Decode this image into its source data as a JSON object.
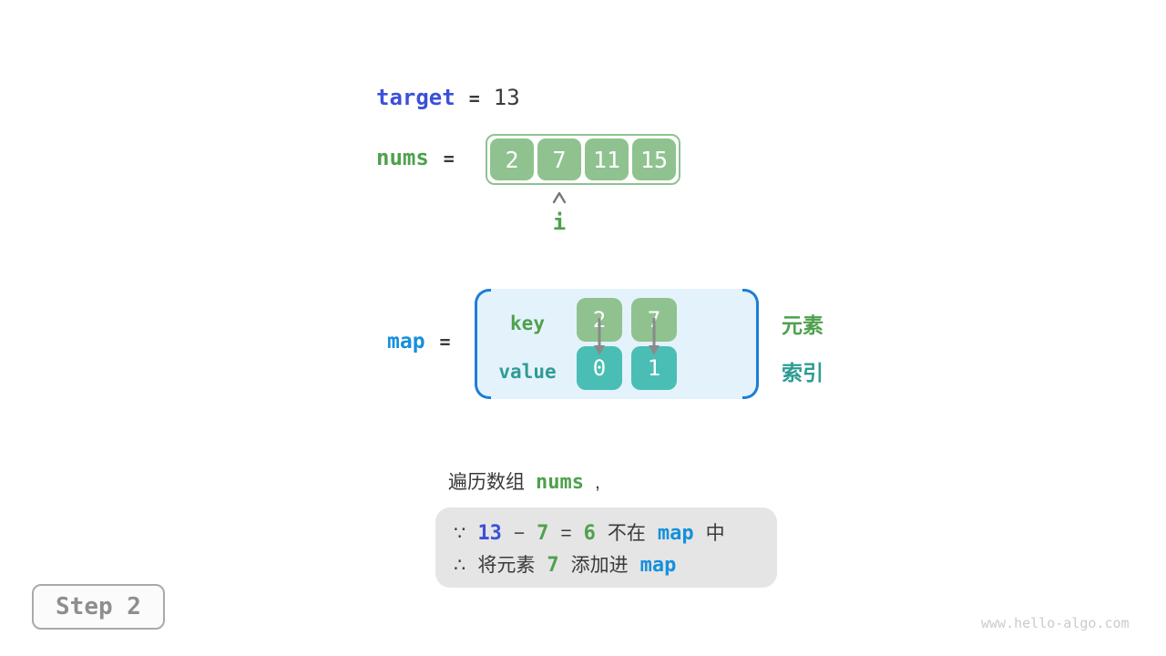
{
  "colors": {
    "green_box": "#8fc28f",
    "teal_box": "#4abeb4",
    "green_text": "#4ea14e",
    "teal_text": "#2e9c94",
    "royal_blue": "#3b50d9",
    "sky_blue": "#1590dc",
    "bracket_blue": "#1d7ed3",
    "map_bg": "#e4f2fb",
    "gray_box": "#e5e5e5",
    "dark_text": "#3a3a3a"
  },
  "target": {
    "label": "target",
    "equals": "=",
    "value": "13"
  },
  "nums": {
    "label": "nums",
    "equals": "=",
    "values": [
      "2",
      "7",
      "11",
      "15"
    ],
    "pointer_label": "i"
  },
  "map": {
    "label": "map",
    "equals": "=",
    "key_label": "key",
    "value_label": "value",
    "entries": [
      {
        "key": "2",
        "value": "0"
      },
      {
        "key": "7",
        "value": "1"
      }
    ],
    "element_label": "元素",
    "index_label": "索引"
  },
  "caption": {
    "prefix": "遍历数组",
    "code": "nums",
    "comma": ","
  },
  "reason": {
    "line1": {
      "because": "∵",
      "minuend": "13",
      "minus": "−",
      "subtrahend": "7",
      "equals": "=",
      "difference": "6",
      "not_in": "不在",
      "map": "map",
      "suffix": "中"
    },
    "line2": {
      "therefore": "∴",
      "text1": "将元素",
      "num": "7",
      "text2": "添加进",
      "map": "map"
    }
  },
  "step_badge": "Step 2",
  "watermark": "www.hello-algo.com"
}
